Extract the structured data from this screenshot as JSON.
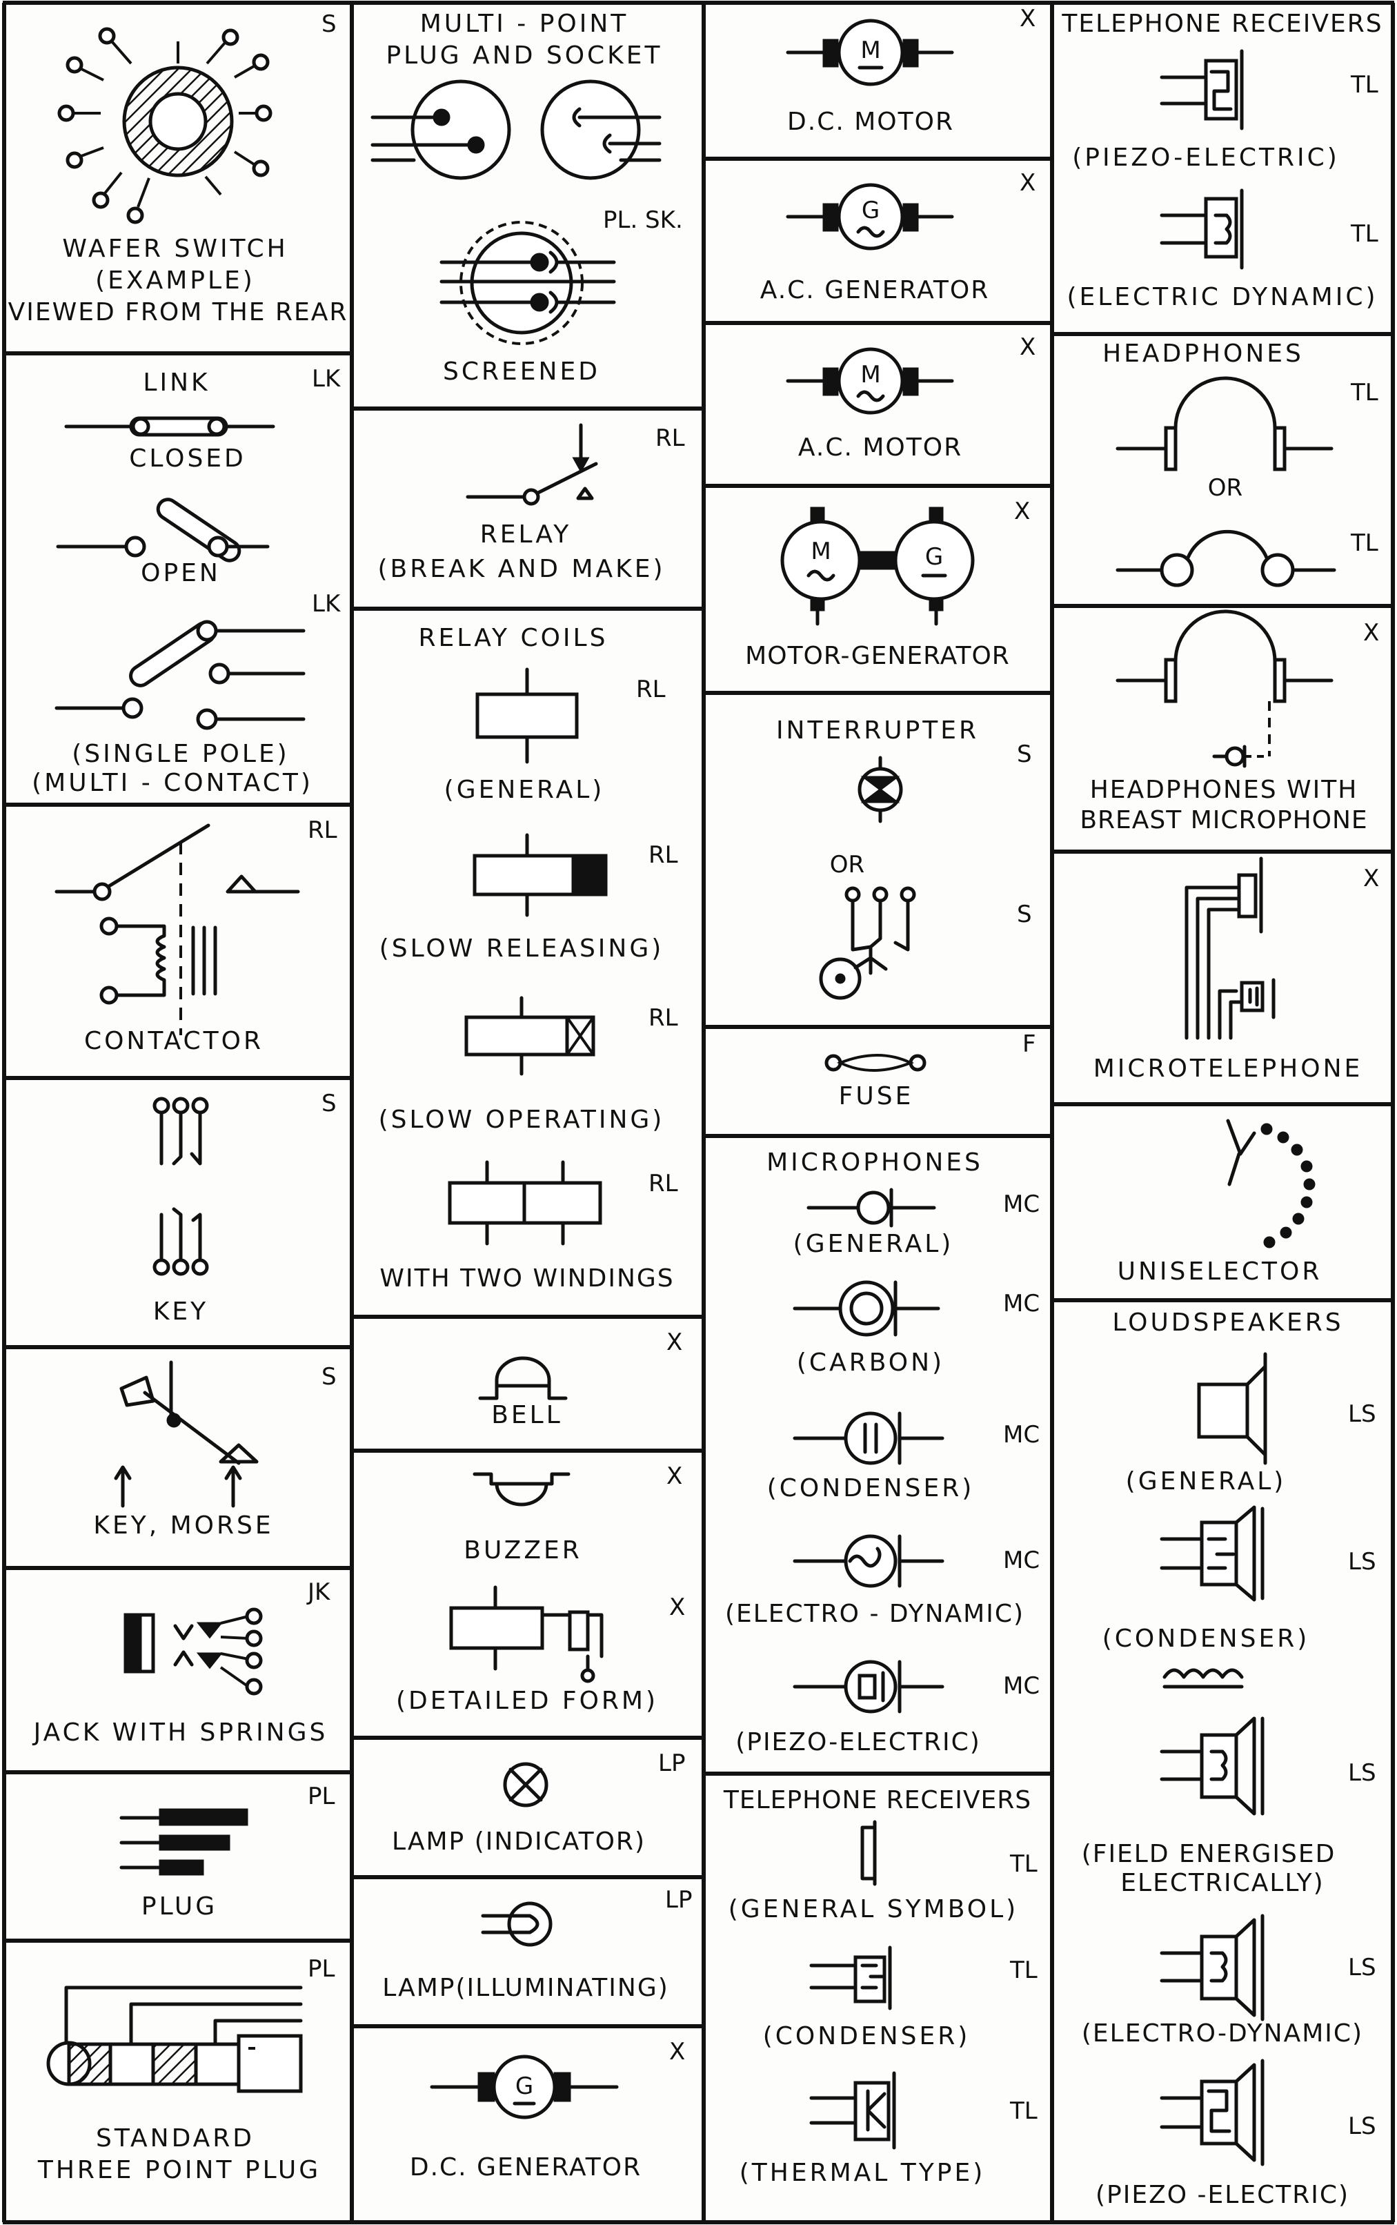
{
  "labels": {
    "wafer_switch_code": "S",
    "wafer_switch_1": "WAFER SWITCH",
    "wafer_switch_2": "(EXAMPLE)",
    "wafer_switch_3": "VIEWED FROM THE REAR",
    "link_title": "LINK",
    "link_code": "LK",
    "link_closed": "CLOSED",
    "link_open": "OPEN",
    "link_code2": "LK",
    "link_single_pole": "(SINGLE POLE)",
    "link_multi_contact": "(MULTI - CONTACT)",
    "contactor_code": "RL",
    "contactor": "CONTACTOR",
    "key_code": "S",
    "key": "KEY",
    "key_morse_code": "S",
    "key_morse": "KEY, MORSE",
    "jack_code": "JK",
    "jack": "JACK WITH SPRINGS",
    "plug_code": "PL",
    "plug": "PLUG",
    "std_plug_code": "PL",
    "std_plug_1": "STANDARD",
    "std_plug_2": "THREE POINT PLUG",
    "multipoint_1": "MULTI - POINT",
    "multipoint_2": "PLUG AND SOCKET",
    "multipoint_code": "PL. SK.",
    "screened": "SCREENED",
    "relay_code": "RL",
    "relay_1": "RELAY",
    "relay_2": "(BREAK AND MAKE)",
    "relay_coils": "RELAY COILS",
    "coil_general_code": "RL",
    "coil_general": "(GENERAL)",
    "coil_slow_rel_code": "RL",
    "coil_slow_rel": "(SLOW RELEASING)",
    "coil_slow_op_code": "RL",
    "coil_slow_op": "(SLOW OPERATING)",
    "coil_two_code": "RL",
    "coil_two": "WITH TWO WINDINGS",
    "bell_code": "X",
    "bell": "BELL",
    "buzzer_code": "X",
    "buzzer": "BUZZER",
    "buzzer_detailed_code": "X",
    "buzzer_detailed": "(DETAILED FORM)",
    "lamp_ind_code": "LP",
    "lamp_ind": "LAMP (INDICATOR)",
    "lamp_ill_code": "LP",
    "lamp_ill": "LAMP(ILLUMINATING)",
    "dc_gen_code": "X",
    "dc_gen": "D.C. GENERATOR",
    "dc_motor_code": "X",
    "dc_motor": "D.C. MOTOR",
    "ac_gen_code": "X",
    "ac_gen": "A.C. GENERATOR",
    "ac_motor_code": "X",
    "ac_motor": "A.C. MOTOR",
    "motor_gen_code": "X",
    "motor_gen": "MOTOR-GENERATOR",
    "interrupter": "INTERRUPTER",
    "interrupter_code": "S",
    "interrupter_or": "OR",
    "interrupter_code2": "S",
    "fuse_code": "F",
    "fuse": "FUSE",
    "microphones": "MICROPHONES",
    "mic_general_code": "MC",
    "mic_general": "(GENERAL)",
    "mic_carbon_code": "MC",
    "mic_carbon": "(CARBON)",
    "mic_condenser_code": "MC",
    "mic_condenser": "(CONDENSER)",
    "mic_electro_code": "MC",
    "mic_electro": "(ELECTRO - DYNAMIC)",
    "mic_piezo_code": "MC",
    "mic_piezo": "(PIEZO-ELECTRIC)",
    "tel_rx_title": "TELEPHONE RECEIVERS",
    "tel_rx_general_code": "TL",
    "tel_rx_general": "(GENERAL SYMBOL)",
    "tel_rx_condenser_code": "TL",
    "tel_rx_condenser": "(CONDENSER)",
    "tel_rx_thermal_code": "TL",
    "tel_rx_thermal": "(THERMAL TYPE)",
    "tel_rx_title2": "TELEPHONE RECEIVERS",
    "tel_rx_piezo_code": "TL",
    "tel_rx_piezo": "(PIEZO-ELECTRIC)",
    "tel_rx_dynamic_code": "TL",
    "tel_rx_dynamic": "(ELECTRIC DYNAMIC)",
    "headphones": "HEADPHONES",
    "headphones_code": "TL",
    "headphones_or": "OR",
    "headphones_code2": "TL",
    "hp_mic_code": "X",
    "hp_mic_1": "HEADPHONES WITH",
    "hp_mic_2": "BREAST MICROPHONE",
    "microtel_code": "X",
    "microtel": "MICROTELEPHONE",
    "uniselector": "UNISELECTOR",
    "loudspeakers": "LOUDSPEAKERS",
    "ls_general_code": "LS",
    "ls_general": "(GENERAL)",
    "ls_condenser_code": "LS",
    "ls_condenser": "(CONDENSER)",
    "ls_field_code": "LS",
    "ls_field_1": "(FIELD ENERGISED",
    "ls_field_2": "ELECTRICALLY)",
    "ls_electro_code": "LS",
    "ls_electro": "(ELECTRO-DYNAMIC)",
    "ls_piezo_code": "LS",
    "ls_piezo": "(PIEZO -ELECTRIC)"
  },
  "icons": {
    "motor_letter": "M",
    "generator_letter": "G"
  },
  "colors": {
    "ink": "#111111",
    "paper": "#fdfdfb"
  }
}
